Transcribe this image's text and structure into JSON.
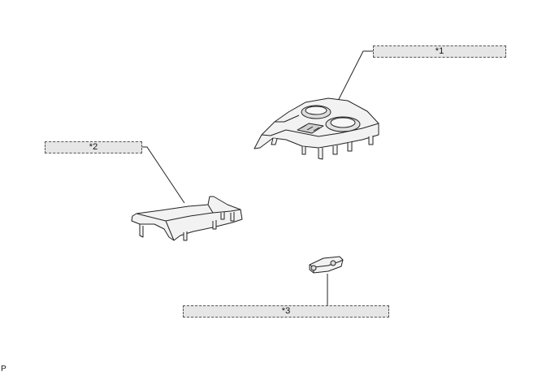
{
  "callouts": {
    "part1": "*1",
    "part2": "*2",
    "part3": "*3"
  },
  "footer_code": "P",
  "colors": {
    "callout_fill": "#e6e6e6",
    "callout_border": "#555555",
    "line": "#222222",
    "part_fill": "#f2f2f2"
  }
}
